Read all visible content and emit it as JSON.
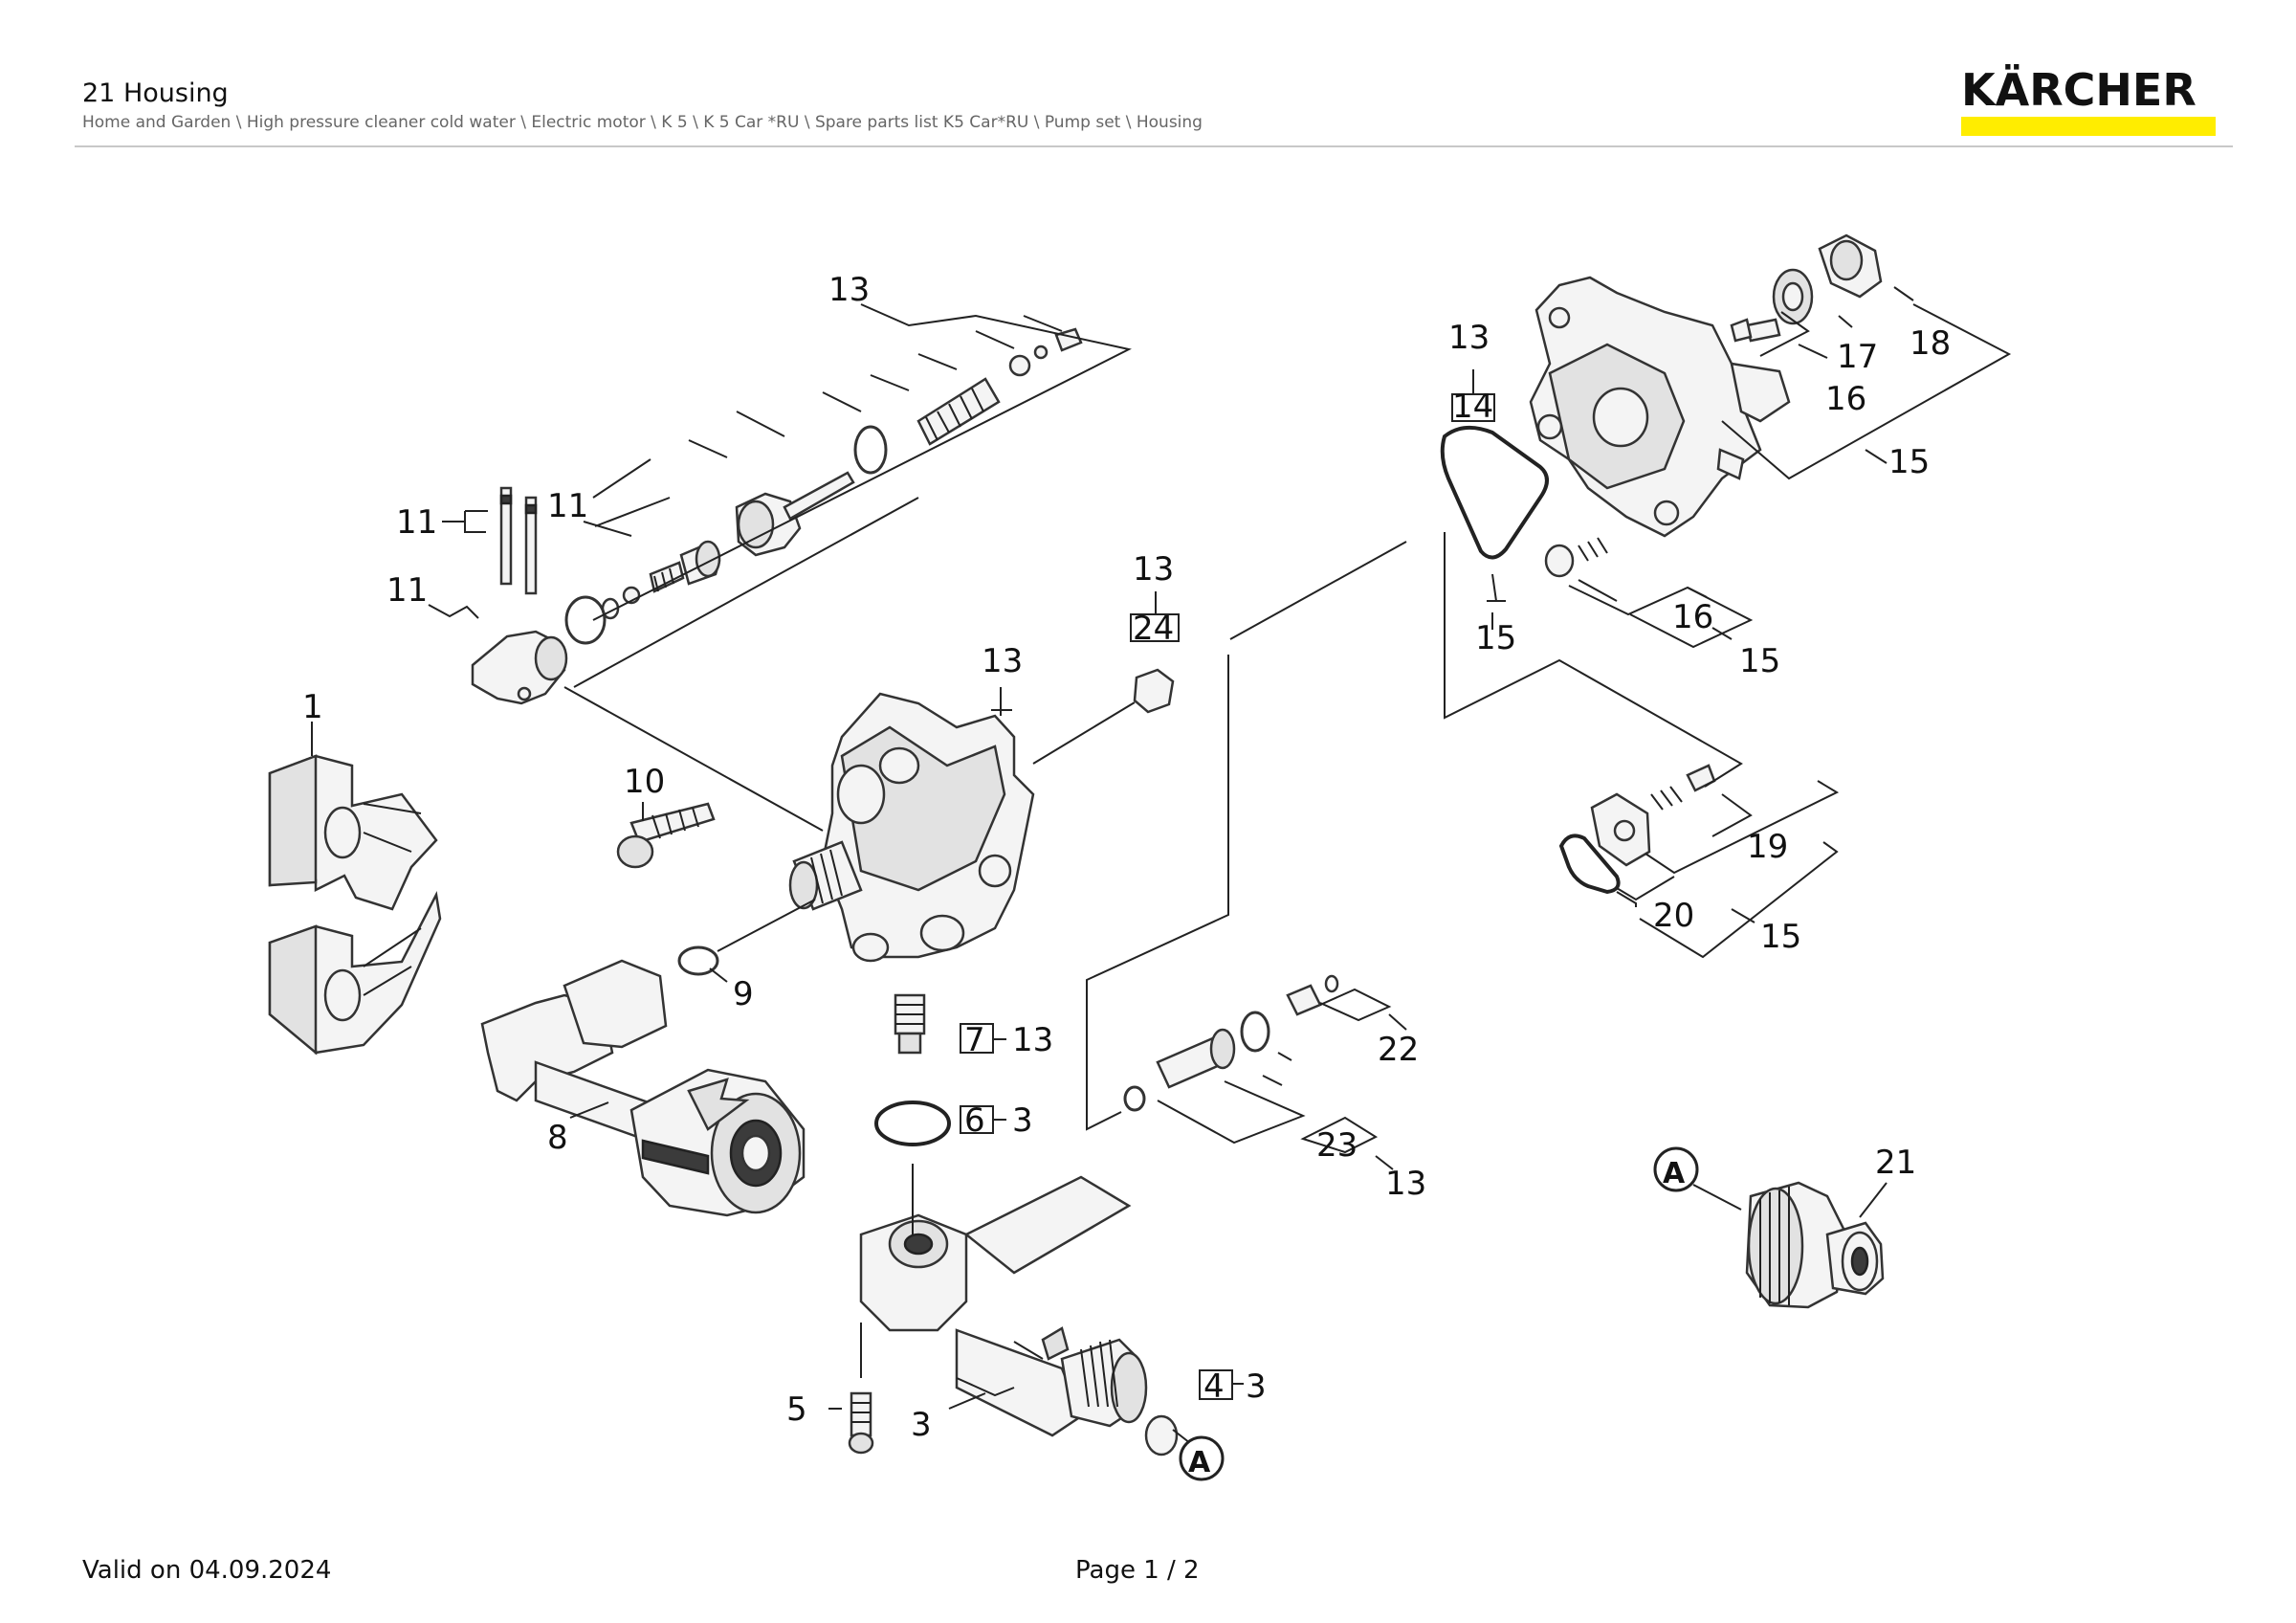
{
  "header": {
    "title": "21 Housing",
    "breadcrumb": "Home and Garden \\ High pressure cleaner cold water \\ Electric motor \\ K 5 \\ K 5 Car *RU \\ Spare parts list K5 Car*RU \\ Pump set \\ Housing",
    "logo_text": "KÄRCHER",
    "logo_bar_color": "#ffed00"
  },
  "diagram": {
    "callouts": {
      "c1": "1",
      "c3a": "3",
      "c3b": "3",
      "c3c": "3",
      "c4": "4",
      "c5": "5",
      "c6": "6",
      "c7": "7",
      "c8": "8",
      "c9": "9",
      "c10": "10",
      "c11a": "11",
      "c11b": "11",
      "c11c": "11",
      "c13a": "13",
      "c13b": "13",
      "c13c": "13",
      "c13d": "13",
      "c13e": "13",
      "c13f": "13",
      "c14": "14",
      "c15a": "15",
      "c15b": "15",
      "c15c": "15",
      "c15d": "15",
      "c16a": "16",
      "c16b": "16",
      "c17": "17",
      "c18": "18",
      "c19": "19",
      "c20": "20",
      "c21": "21",
      "c22": "22",
      "c23": "23",
      "c24": "24",
      "markerA1": "A",
      "markerA2": "A"
    }
  },
  "footer": {
    "valid": "Valid on 04.09.2024",
    "page": "Page 1 / 2"
  }
}
